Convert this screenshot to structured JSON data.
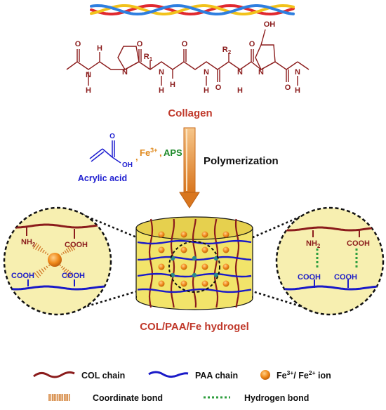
{
  "colors": {
    "collagen": "#8b1c1c",
    "collagen_title": "#c0392b",
    "acrylic": "#1f1fd0",
    "fe": "#e08a1e",
    "aps": "#1e8a2a",
    "col_chain": "#8b1c1c",
    "paa_chain": "#1a1ac8",
    "hydrogen_bond": "#2e9e3e",
    "coordinate_bond": "#d07828",
    "zoom_fill": "#f7efb0",
    "gel_fill": "#f2e46a",
    "gel_rim": "#e6d04e",
    "ion": "#f08a1a",
    "junction": "#2a8a8a",
    "arrow": "#e3872a",
    "triple_helix": [
      "#e0292f",
      "#f2c21b",
      "#2f7fe0"
    ]
  },
  "collagen": {
    "label": "Collagen",
    "atoms": {
      "o": "O",
      "n": "N",
      "h": "H",
      "r1": "R",
      "r1_sub": "1",
      "r2": "R",
      "r2_sub": "2",
      "oh": "OH"
    }
  },
  "reagents": {
    "acrylic_acid": "Acrylic acid",
    "acrylic_o": "O",
    "acrylic_oh": "OH",
    "separator": ",",
    "fe": "Fe",
    "fe_charge": "3+",
    "separator2": ",",
    "aps": "APS"
  },
  "step_label": "Polymerization",
  "hydrogel_label": "COL/PAA/Fe hydrogel",
  "left_zoom": {
    "nh2": "NH",
    "nh2_sub": "2",
    "cooh_top": "COOH",
    "cooh_bottom_left": "COOH",
    "cooh_bottom_right": "COOH"
  },
  "right_zoom": {
    "nh2": "NH",
    "nh2_sub": "2",
    "cooh_top": "COOH",
    "cooh_bottom_left": "COOH",
    "cooh_bottom_right": "COOH"
  },
  "legend": {
    "col_chain": "COL chain",
    "paa_chain": "PAA chain",
    "ion": "Fe",
    "ion_sup1": "3+",
    "ion_mid": "/ Fe",
    "ion_sup2": "2+",
    "ion_tail": " ion",
    "coordinate_bond": "Coordinate bond",
    "hydrogen_bond": "Hydrogen bond"
  }
}
